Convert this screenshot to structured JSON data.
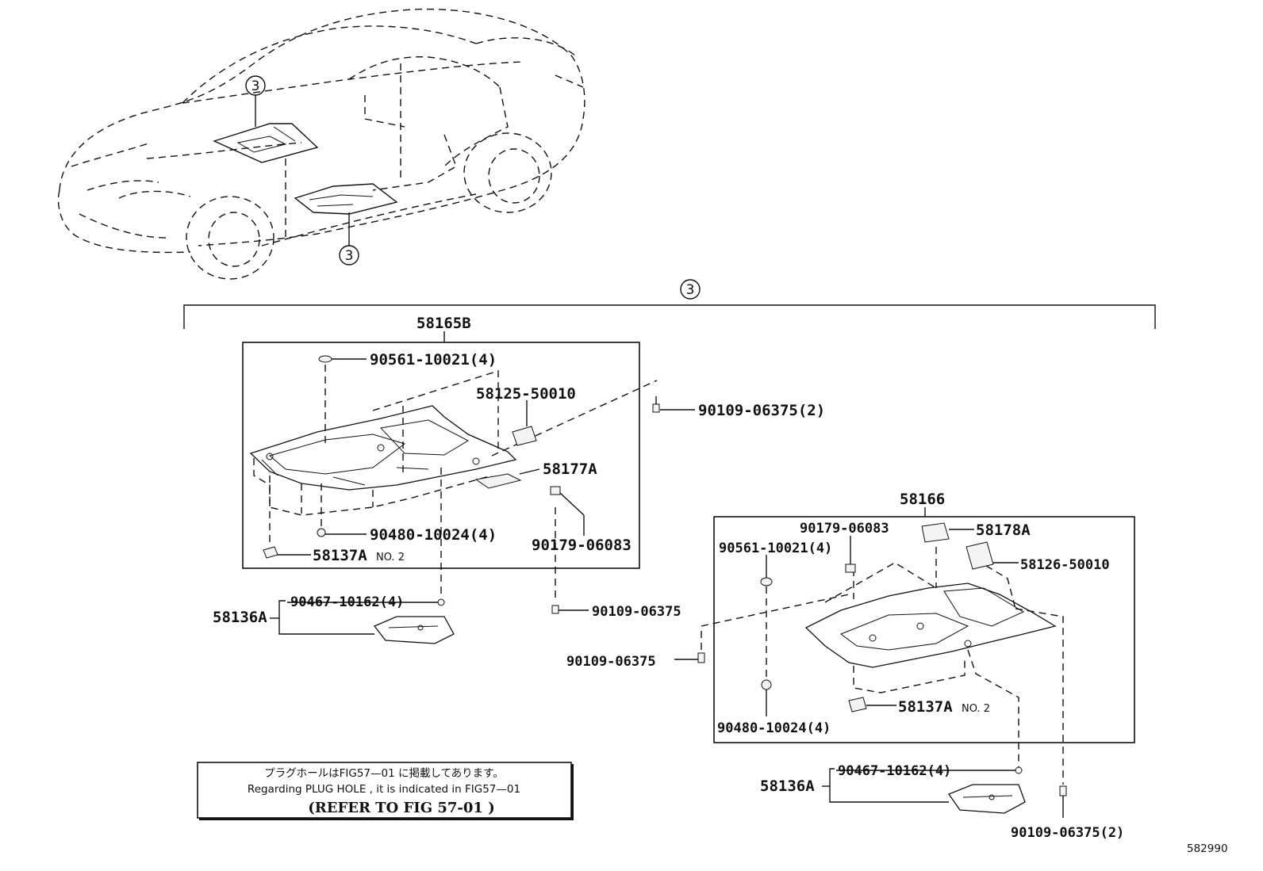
{
  "diagram": {
    "ref_marker": "3",
    "figure_id": "582990",
    "top_assembly": "58165B",
    "rear_assembly": "58166",
    "callouts": {
      "upper_grommet": "90561-10021(4)",
      "upper_bracket": "58125-50010",
      "upper_bolt_a": "90109-06375(2)",
      "upper_protector": "58177A",
      "upper_clip_nut": "90480-10024(4)",
      "upper_nut": "90179-06083",
      "upper_retainer": "58137A",
      "upper_retainer_note": "NO. 2",
      "upper_cover": "58136A",
      "upper_cover_screw": "90467-10162(4)",
      "upper_bolt_b": "90109-06375",
      "lower_nut": "90179-06083",
      "lower_grommet": "90561-10021(4)",
      "lower_protector": "58178A",
      "lower_bracket": "58126-50010",
      "lower_bolt_a": "90109-06375",
      "lower_retainer": "58137A",
      "lower_retainer_note": "NO. 2",
      "lower_clip_nut": "90480-10024(4)",
      "lower_cover": "58136A",
      "lower_cover_screw": "90467-10162(4)",
      "lower_bolt_b": "90109-06375(2)"
    },
    "note": {
      "line_jp": "プラグホールはFIG57—01 に掲載してあります。",
      "line_en": "Regarding  PLUG   HOLE   , it is indicated in  FIG57—01",
      "line_ref": "(REFER TO FIG   57-01   )"
    }
  }
}
